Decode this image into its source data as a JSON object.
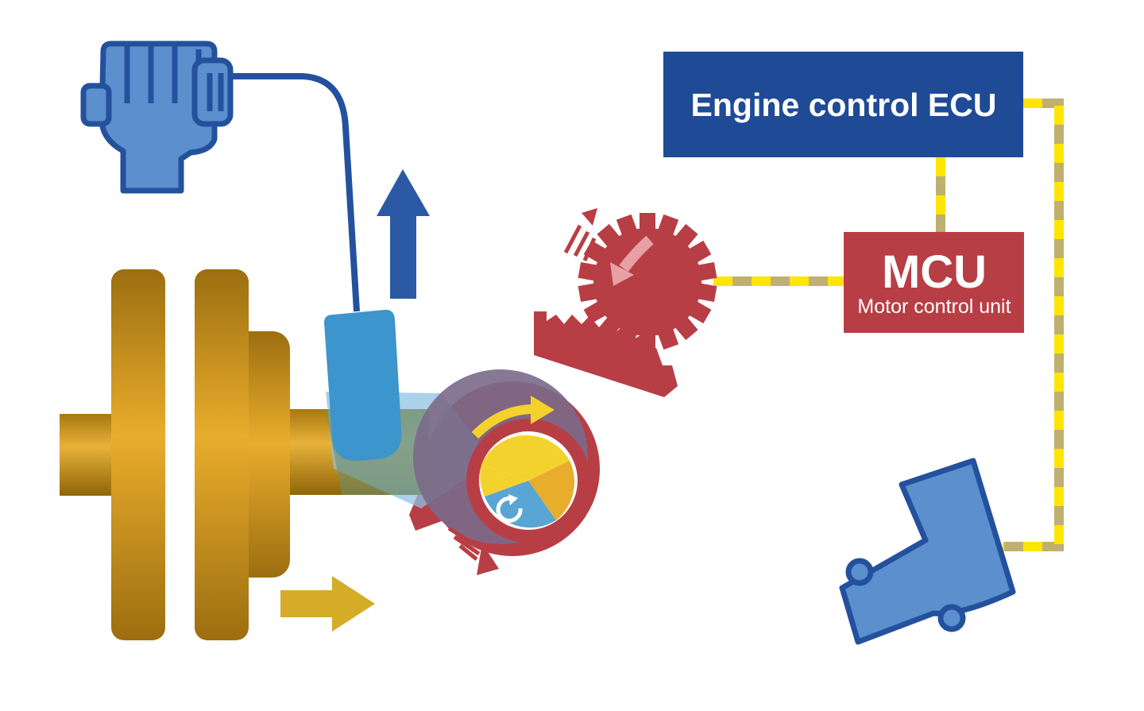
{
  "ecu": {
    "label": "Engine control ECU"
  },
  "mcu": {
    "label": "MCU",
    "sublabel": "Motor control unit"
  },
  "colors": {
    "ecu_fill": "#1f4a96",
    "mcu_fill": "#b83e45",
    "gear_fill": "#b83e45",
    "clutch_gold": "#d9a02a",
    "hand_fill": "#5b8fcd",
    "outline_blue": "#24519d",
    "signal_yellow": "#ffe500",
    "signal_tan": "#bfb070",
    "arrow_blue": "#2b59a6",
    "arrow_gold": "#d4ac28",
    "sensor_blue": "#3c95cc"
  },
  "icons": [
    "hand-icon",
    "foot-pedal-icon",
    "motor-gear-icon",
    "sector-gear-icon"
  ]
}
